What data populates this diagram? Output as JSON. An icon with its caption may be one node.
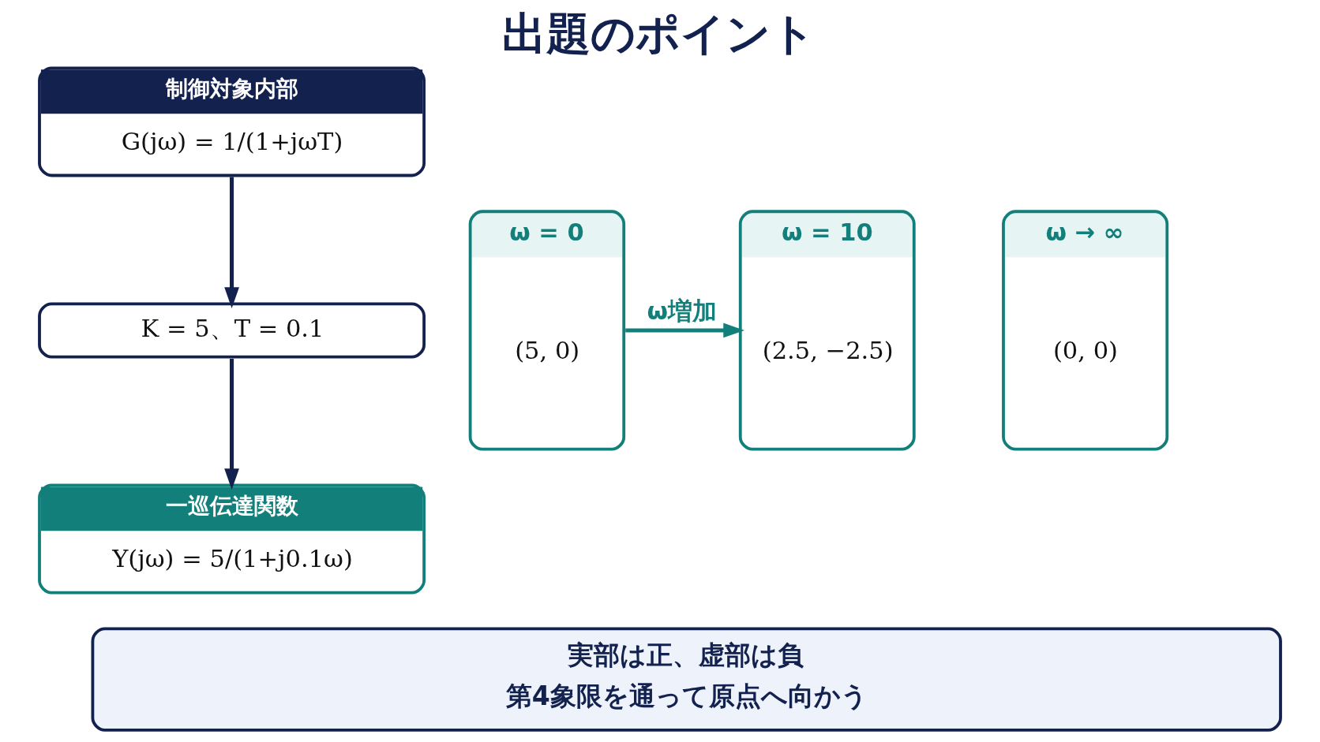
{
  "diagram": {
    "title": "出題のポイント",
    "nodes": [
      {
        "text": [
          "制御対象内部",
          "G(jω) = 1/(1+jωT)"
        ]
      },
      {
        "text": [
          "K = 5、T = 0.1"
        ]
      },
      {
        "text": [
          "一巡伝達関数",
          "Y(jω) = 5/(1+j0.1ω)"
        ]
      },
      {
        "text": [
          "ω = 0",
          "(5, 0)"
        ]
      },
      {
        "text": [
          "ω = 10",
          "(2.5, −2.5)"
        ]
      },
      {
        "text": [
          "ω → ∞",
          "(0, 0)"
        ]
      },
      {
        "text": [
          "実部は正、虚部は負",
          "第4象限を通って原点へ向かう"
        ]
      }
    ],
    "edges": [
      {
        "from": 0,
        "to": 1,
        "arrow": "to"
      },
      {
        "from": 1,
        "to": 2,
        "arrow": "to"
      },
      {
        "from": 3,
        "to": 4,
        "arrow": "to",
        "label": "ω増加",
        "color": "#127f7a"
      }
    ]
  }
}
